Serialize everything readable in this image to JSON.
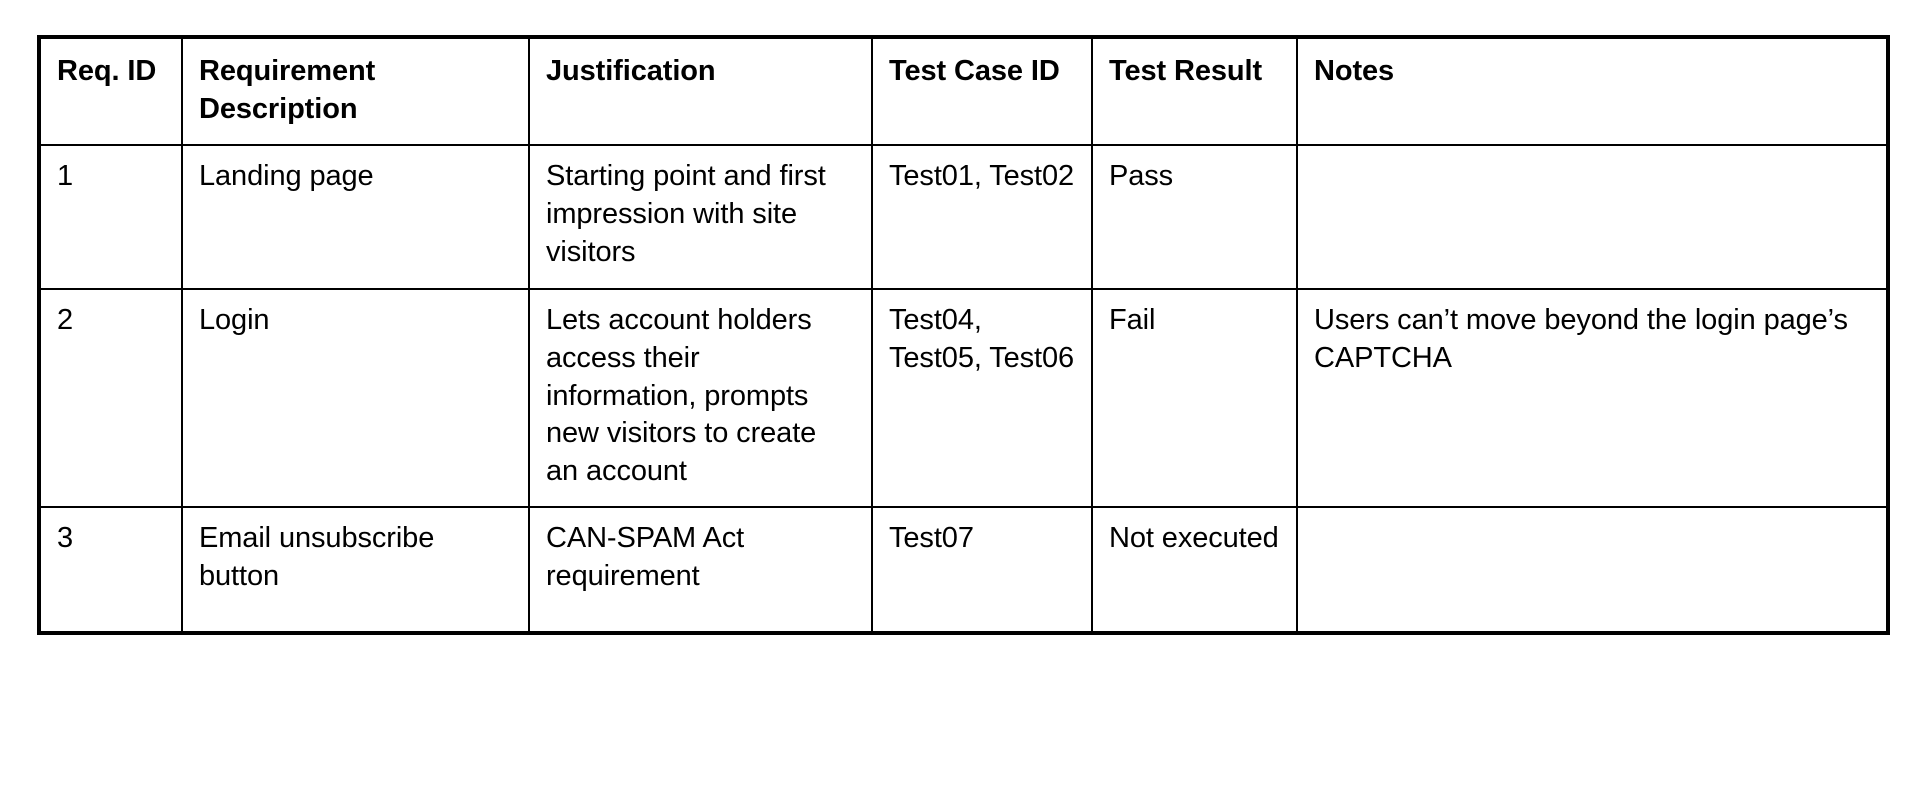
{
  "table": {
    "columns": [
      {
        "key": "req_id",
        "label": "Req. ID"
      },
      {
        "key": "description",
        "label": "Requirement Description"
      },
      {
        "key": "justification",
        "label": "Justification"
      },
      {
        "key": "test_case_id",
        "label": "Test Case ID"
      },
      {
        "key": "test_result",
        "label": "Test Result"
      },
      {
        "key": "notes",
        "label": "Notes"
      }
    ],
    "rows": [
      {
        "req_id": "1",
        "description": "Landing page",
        "justification": "Starting point and first impression with site visitors",
        "test_case_id": "Test01, Test02",
        "test_result": "Pass",
        "notes": ""
      },
      {
        "req_id": "2",
        "description": "Login",
        "justification": "Lets account holders access their information, prompts new visitors to create an account",
        "test_case_id": "Test04, Test05, Test06",
        "test_result": "Fail",
        "notes": "Users can’t move beyond the login page’s CAPTCHA"
      },
      {
        "req_id": "3",
        "description": "Email unsubscribe button",
        "justification": "CAN-SPAM Act requirement",
        "test_case_id": "Test07",
        "test_result": "Not executed",
        "notes": ""
      }
    ]
  },
  "colors": {
    "border": "#000000",
    "text": "#000000",
    "background": "#ffffff"
  }
}
